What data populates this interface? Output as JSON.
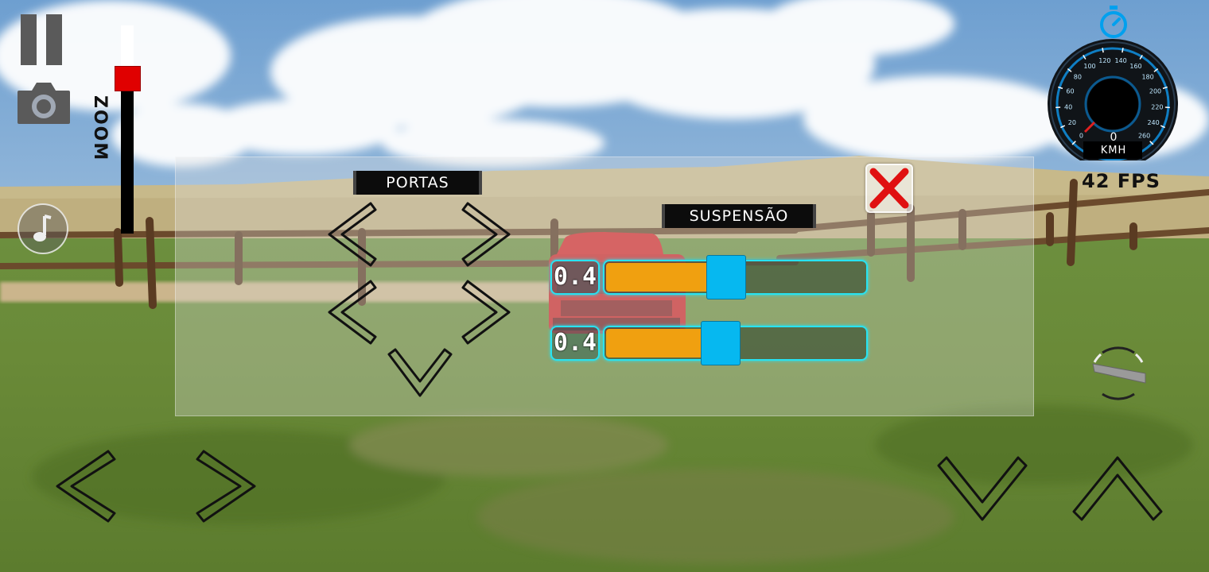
{
  "hud": {
    "zoom_label": "ZOOM",
    "zoom_level_fraction": 0.78,
    "fps_label": "42 FPS"
  },
  "speedometer": {
    "value": "0",
    "unit": "KMH",
    "ticks": [
      "0",
      "20",
      "40",
      "60",
      "80",
      "100",
      "120",
      "140",
      "160",
      "180",
      "200",
      "220",
      "240",
      "260"
    ]
  },
  "panel": {
    "doors_title": "PORTAS",
    "suspension_title": "SUSPENSÃO",
    "sliders": [
      {
        "label": "0.4",
        "fill_fraction": 0.4
      },
      {
        "label": "0.4",
        "fill_fraction": 0.38
      }
    ]
  },
  "icons": [
    "pause-icon",
    "camera-icon",
    "music-icon",
    "close-icon",
    "stopwatch-icon",
    "steering-wheel-icon"
  ],
  "colors": {
    "accent_cyan": "#27e3f2",
    "slider_fill": "#f0a010",
    "slider_handle": "#06b8f0",
    "zoom_marker": "#e00000",
    "close_red": "#e01010"
  }
}
